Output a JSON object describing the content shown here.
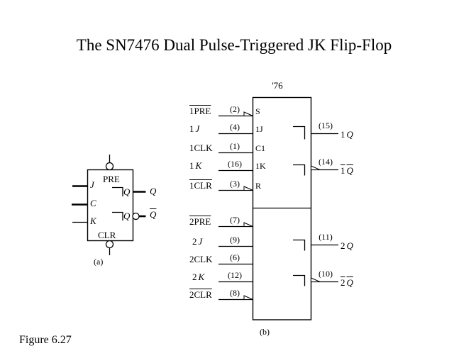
{
  "page": {
    "title": "The SN7476 Dual Pulse-Triggered JK Flip-Flop",
    "caption": "Figure 6.27"
  },
  "symbol_a": {
    "sub_label": "(a)",
    "preset": "PRE",
    "clear": "CLR",
    "input_j": "J",
    "input_c": "C",
    "input_k": "K",
    "inner_q_top": "Q",
    "inner_q_bottom": "Q",
    "output_q": "Q",
    "output_qbar": "Q",
    "output_qbar_overline": true
  },
  "ic_b": {
    "chip": "'76",
    "sub_label": "(b)",
    "inputs": [
      {
        "label": "1PRE",
        "overline": true,
        "pin": "(2)",
        "internal": "S",
        "active_low": true
      },
      {
        "num": "1",
        "letter": "J",
        "pin": "(4)",
        "internal": "1J"
      },
      {
        "label": "1CLK",
        "pin": "(1)",
        "internal": "C1"
      },
      {
        "num": "1",
        "letter": "K",
        "pin": "(16)",
        "internal": "1K"
      },
      {
        "label": "1CLR",
        "overline": true,
        "pin": "(3)",
        "internal": "R",
        "active_low": true
      },
      {
        "label": "2PRE",
        "overline": true,
        "pin": "(7)",
        "active_low": true
      },
      {
        "num": "2",
        "letter": "J",
        "pin": "(9)"
      },
      {
        "label": "2CLK",
        "pin": "(6)"
      },
      {
        "num": "2",
        "letter": "K",
        "pin": "(12)"
      },
      {
        "label": "2CLR",
        "overline": true,
        "pin": "(8)",
        "active_low": true
      }
    ],
    "outputs": [
      {
        "pin": "(15)",
        "num": "1",
        "letter": "Q"
      },
      {
        "pin": "(14)",
        "num": "1",
        "letter": "Q",
        "overline": true,
        "active_low": true
      },
      {
        "pin": "(11)",
        "num": "2",
        "letter": "Q"
      },
      {
        "pin": "(10)",
        "num": "2",
        "letter": "Q",
        "overline": true,
        "active_low": true
      }
    ]
  }
}
